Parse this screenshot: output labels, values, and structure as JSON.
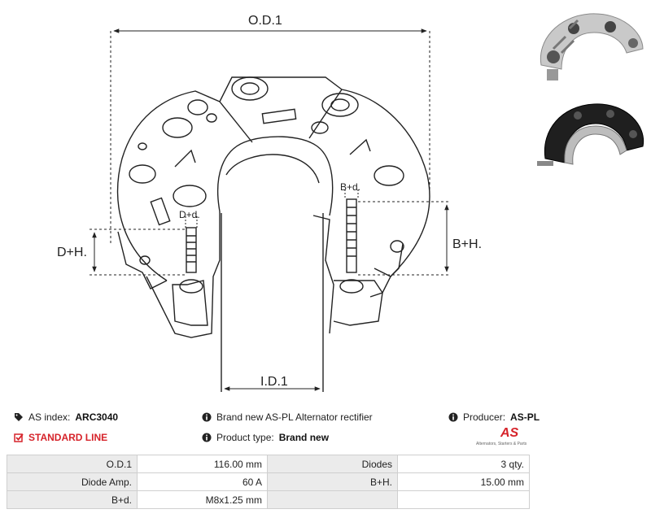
{
  "drawing": {
    "dimensions": {
      "od": "O.D.1",
      "id": "I.D.1",
      "dh": "D+H.",
      "bh": "B+H.",
      "dd": "D+d.",
      "bd": "B+d."
    }
  },
  "info": {
    "as_index_label": "AS index:",
    "as_index_value": "ARC3040",
    "standard_line": "STANDARD LINE",
    "description": "Brand new AS-PL Alternator rectifier",
    "product_type_label": "Product type:",
    "product_type_value": "Brand new",
    "producer_label": "Producer:",
    "producer_value": "AS-PL"
  },
  "logo": {
    "text": "AS",
    "tagline": "Alternators, Starters & Parts"
  },
  "specs": [
    {
      "label1": "O.D.1",
      "value1": "116.00 mm",
      "label2": "Diodes",
      "value2": "3 qty."
    },
    {
      "label1": "Diode Amp.",
      "value1": "60 A",
      "label2": "B+H.",
      "value2": "15.00 mm"
    },
    {
      "label1": "B+d.",
      "value1": "M8x1.25 mm",
      "label2": "",
      "value2": ""
    }
  ],
  "colors": {
    "accent": "#d6232a",
    "table_label_bg": "#ebebeb",
    "table_border": "#cfcfcf"
  }
}
